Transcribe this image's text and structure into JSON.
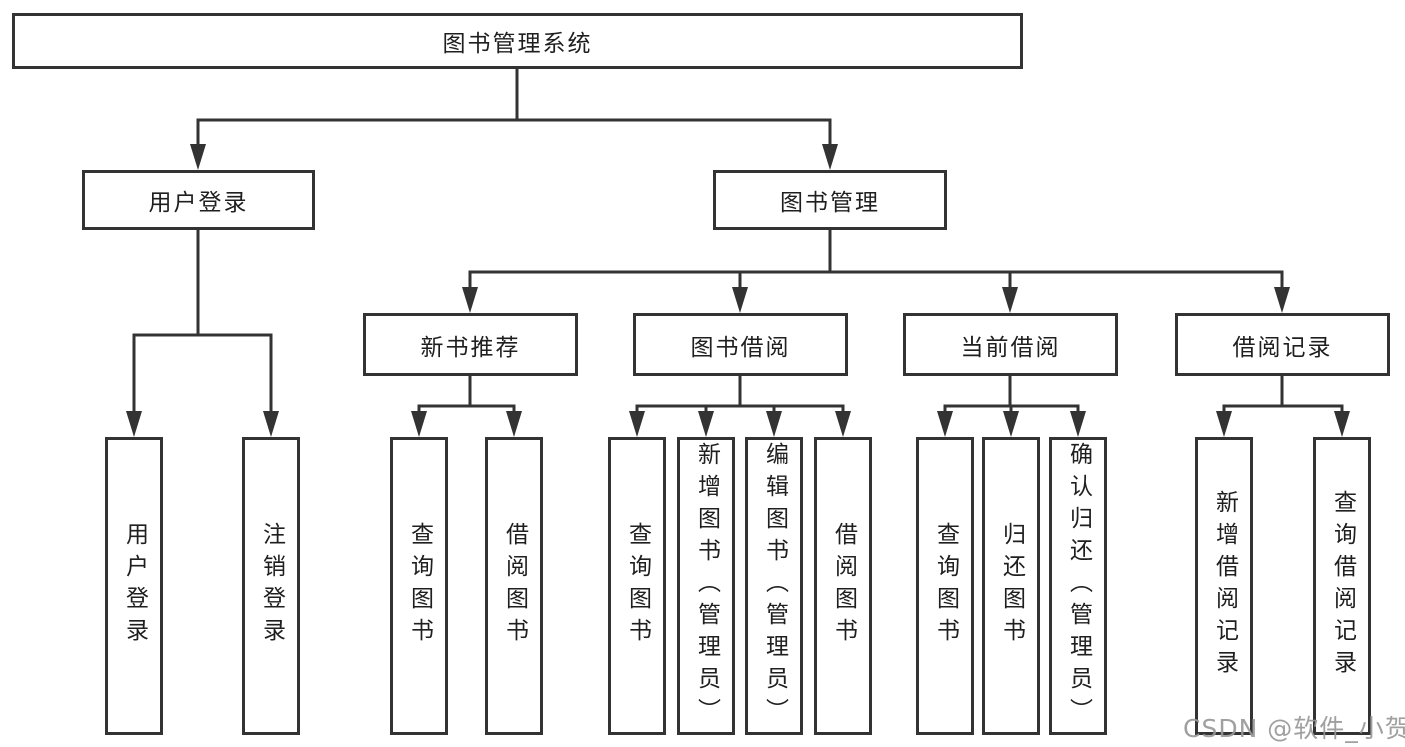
{
  "diagram": {
    "root": "图书管理系统",
    "user_login_branch": {
      "label": "用户登录",
      "leaves": [
        "用户登录",
        "注销登录"
      ]
    },
    "book_mgmt_branch": {
      "label": "图书管理",
      "sections": [
        {
          "label": "新书推荐",
          "leaves": [
            "查询图书",
            "借阅图书"
          ]
        },
        {
          "label": "图书借阅",
          "leaves": [
            "查询图书",
            "新增图书（管理员）",
            "编辑图书（管理员）",
            "借阅图书"
          ]
        },
        {
          "label": "当前借阅",
          "leaves": [
            "查询图书",
            "归还图书",
            "确认归还（管理员）"
          ]
        },
        {
          "label": "借阅记录",
          "leaves": [
            "新增借阅记录",
            "查询借阅记录"
          ]
        }
      ]
    }
  },
  "watermark": "CSDN @软件_小贺同学",
  "colors": {
    "line": "#333333",
    "box_border": "#333333",
    "text": "#1f1f1f",
    "watermark": "#989898",
    "background": "#ffffff"
  }
}
